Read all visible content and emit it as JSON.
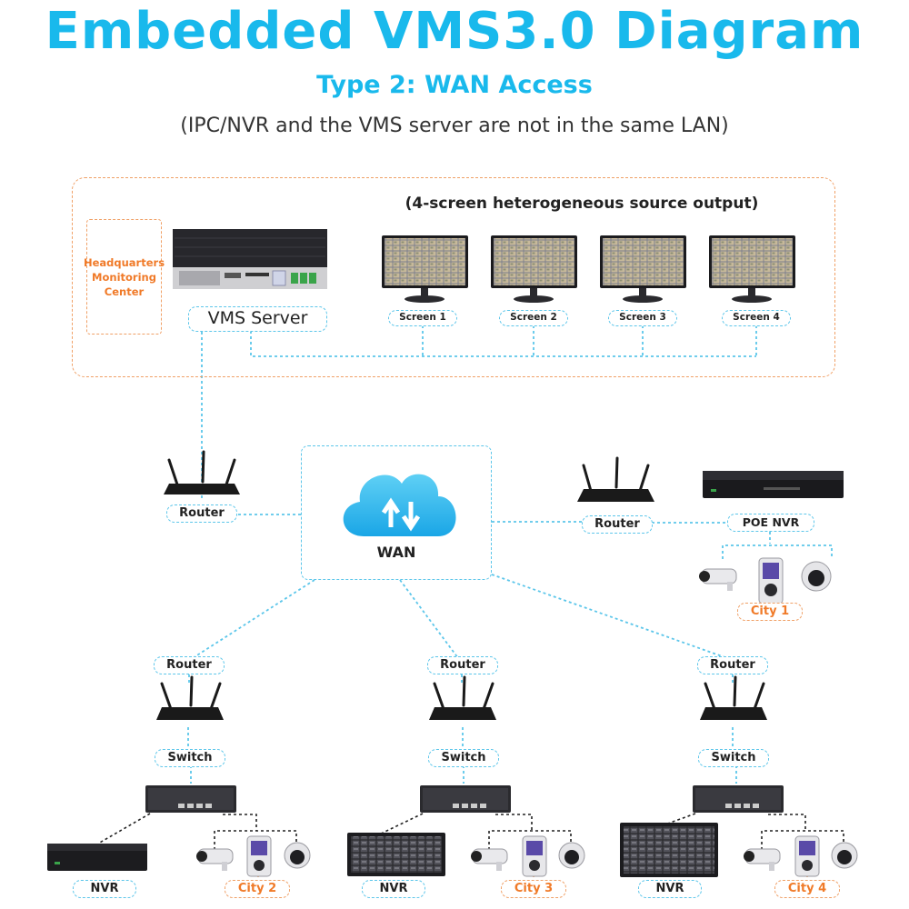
{
  "title": "Embedded VMS3.0 Diagram",
  "subtitle": "Type 2: WAN Access",
  "note": "(IPC/NVR and the VMS server are not in the same LAN)",
  "headquarters": {
    "label": "Headquarters Monitoring Center",
    "server_label": "VMS Server",
    "output_caption": "(4-screen heterogeneous source output)",
    "screens": [
      "Screen 1",
      "Screen 2",
      "Screen 3",
      "Screen 4"
    ]
  },
  "wan": {
    "label": "WAN"
  },
  "hq_router": {
    "label": "Router"
  },
  "city1": {
    "router_label": "Router",
    "nvr_label": "POE NVR",
    "city_label": "City 1"
  },
  "city2": {
    "router_label": "Router",
    "switch_label": "Switch",
    "nvr_label": "NVR",
    "city_label": "City 2"
  },
  "city3": {
    "router_label": "Router",
    "switch_label": "Switch",
    "nvr_label": "NVR",
    "city_label": "City 3"
  },
  "city4": {
    "router_label": "Router",
    "switch_label": "Switch",
    "nvr_label": "NVR",
    "city_label": "City 4"
  },
  "colors": {
    "title": "#19b9ec",
    "accent_orange": "#f07a28",
    "link_blue": "#5cc6ea",
    "device_dark": "#1c1c1e"
  }
}
